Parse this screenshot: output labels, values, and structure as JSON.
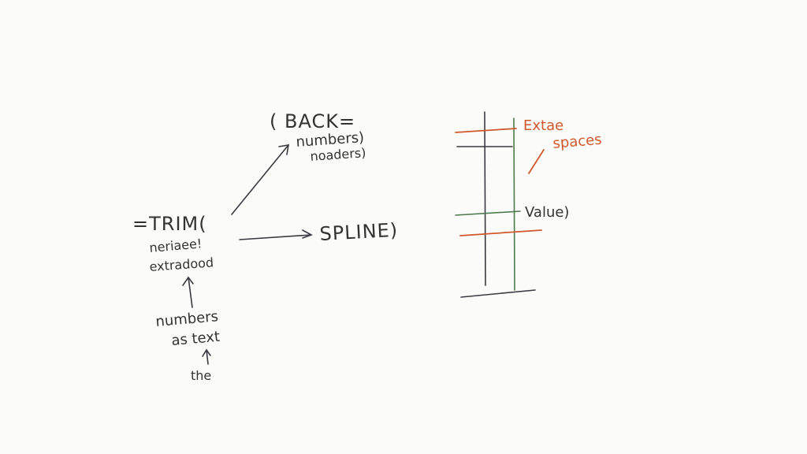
{
  "labels": {
    "back": "( BACK=",
    "back_sub1": "numbers)",
    "back_sub2": "noaders)",
    "trim": "=TRIM(",
    "trim_sub1": "neriaee!",
    "trim_sub2": "extradood",
    "spline": "SPLINE)",
    "numbers": "numbers",
    "as_text": "as text",
    "the": "the",
    "extae": "Extae",
    "spaces": "spaces",
    "value": "Value)"
  },
  "colors": {
    "ink": "#3a3a40",
    "accent": "#d0582c",
    "green": "#4d7a4d"
  }
}
